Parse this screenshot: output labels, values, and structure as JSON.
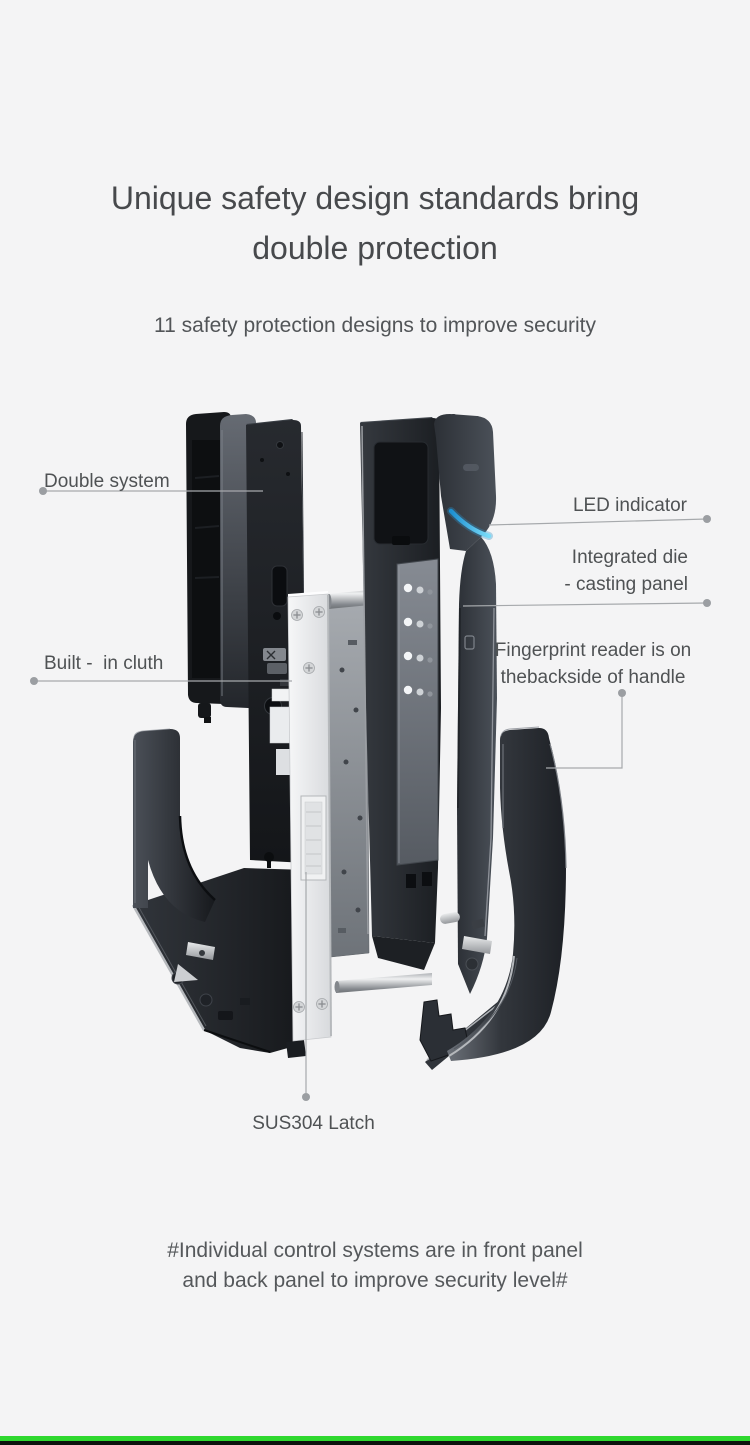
{
  "page": {
    "background_color": "#f4f4f5",
    "accent_green": "#2fd82f",
    "led_blue": "#45b9e8",
    "text_color": "#4f5254"
  },
  "hero": {
    "title": "Unique safety design standards bring\ndouble protection",
    "subtitle": "11 safety protection designs to improve security"
  },
  "callouts": [
    {
      "id": "double-system",
      "label": "Double system",
      "side": "left"
    },
    {
      "id": "led-indicator",
      "label": "LED indicator",
      "side": "right"
    },
    {
      "id": "integrated-die-casting-panel",
      "label": "Integrated die\n- casting panel",
      "side": "right"
    },
    {
      "id": "built-in-clutch",
      "label": "Built -  in cluth",
      "side": "left"
    },
    {
      "id": "fingerprint-reader",
      "label": "Fingerprint reader is on\nthebackside of handle",
      "side": "right"
    },
    {
      "id": "sus304-latch",
      "label": "SUS304 Latch",
      "side": "bottom"
    }
  ],
  "footer": {
    "note": "#Individual control systems are in front panel\nand back panel to improve security level#"
  },
  "illustration": {
    "description": "Exploded view of a smart door lock: back panel, clutch, mortise body, SUS304 latch plate, front panel with keypad, LED cover and two handles"
  }
}
